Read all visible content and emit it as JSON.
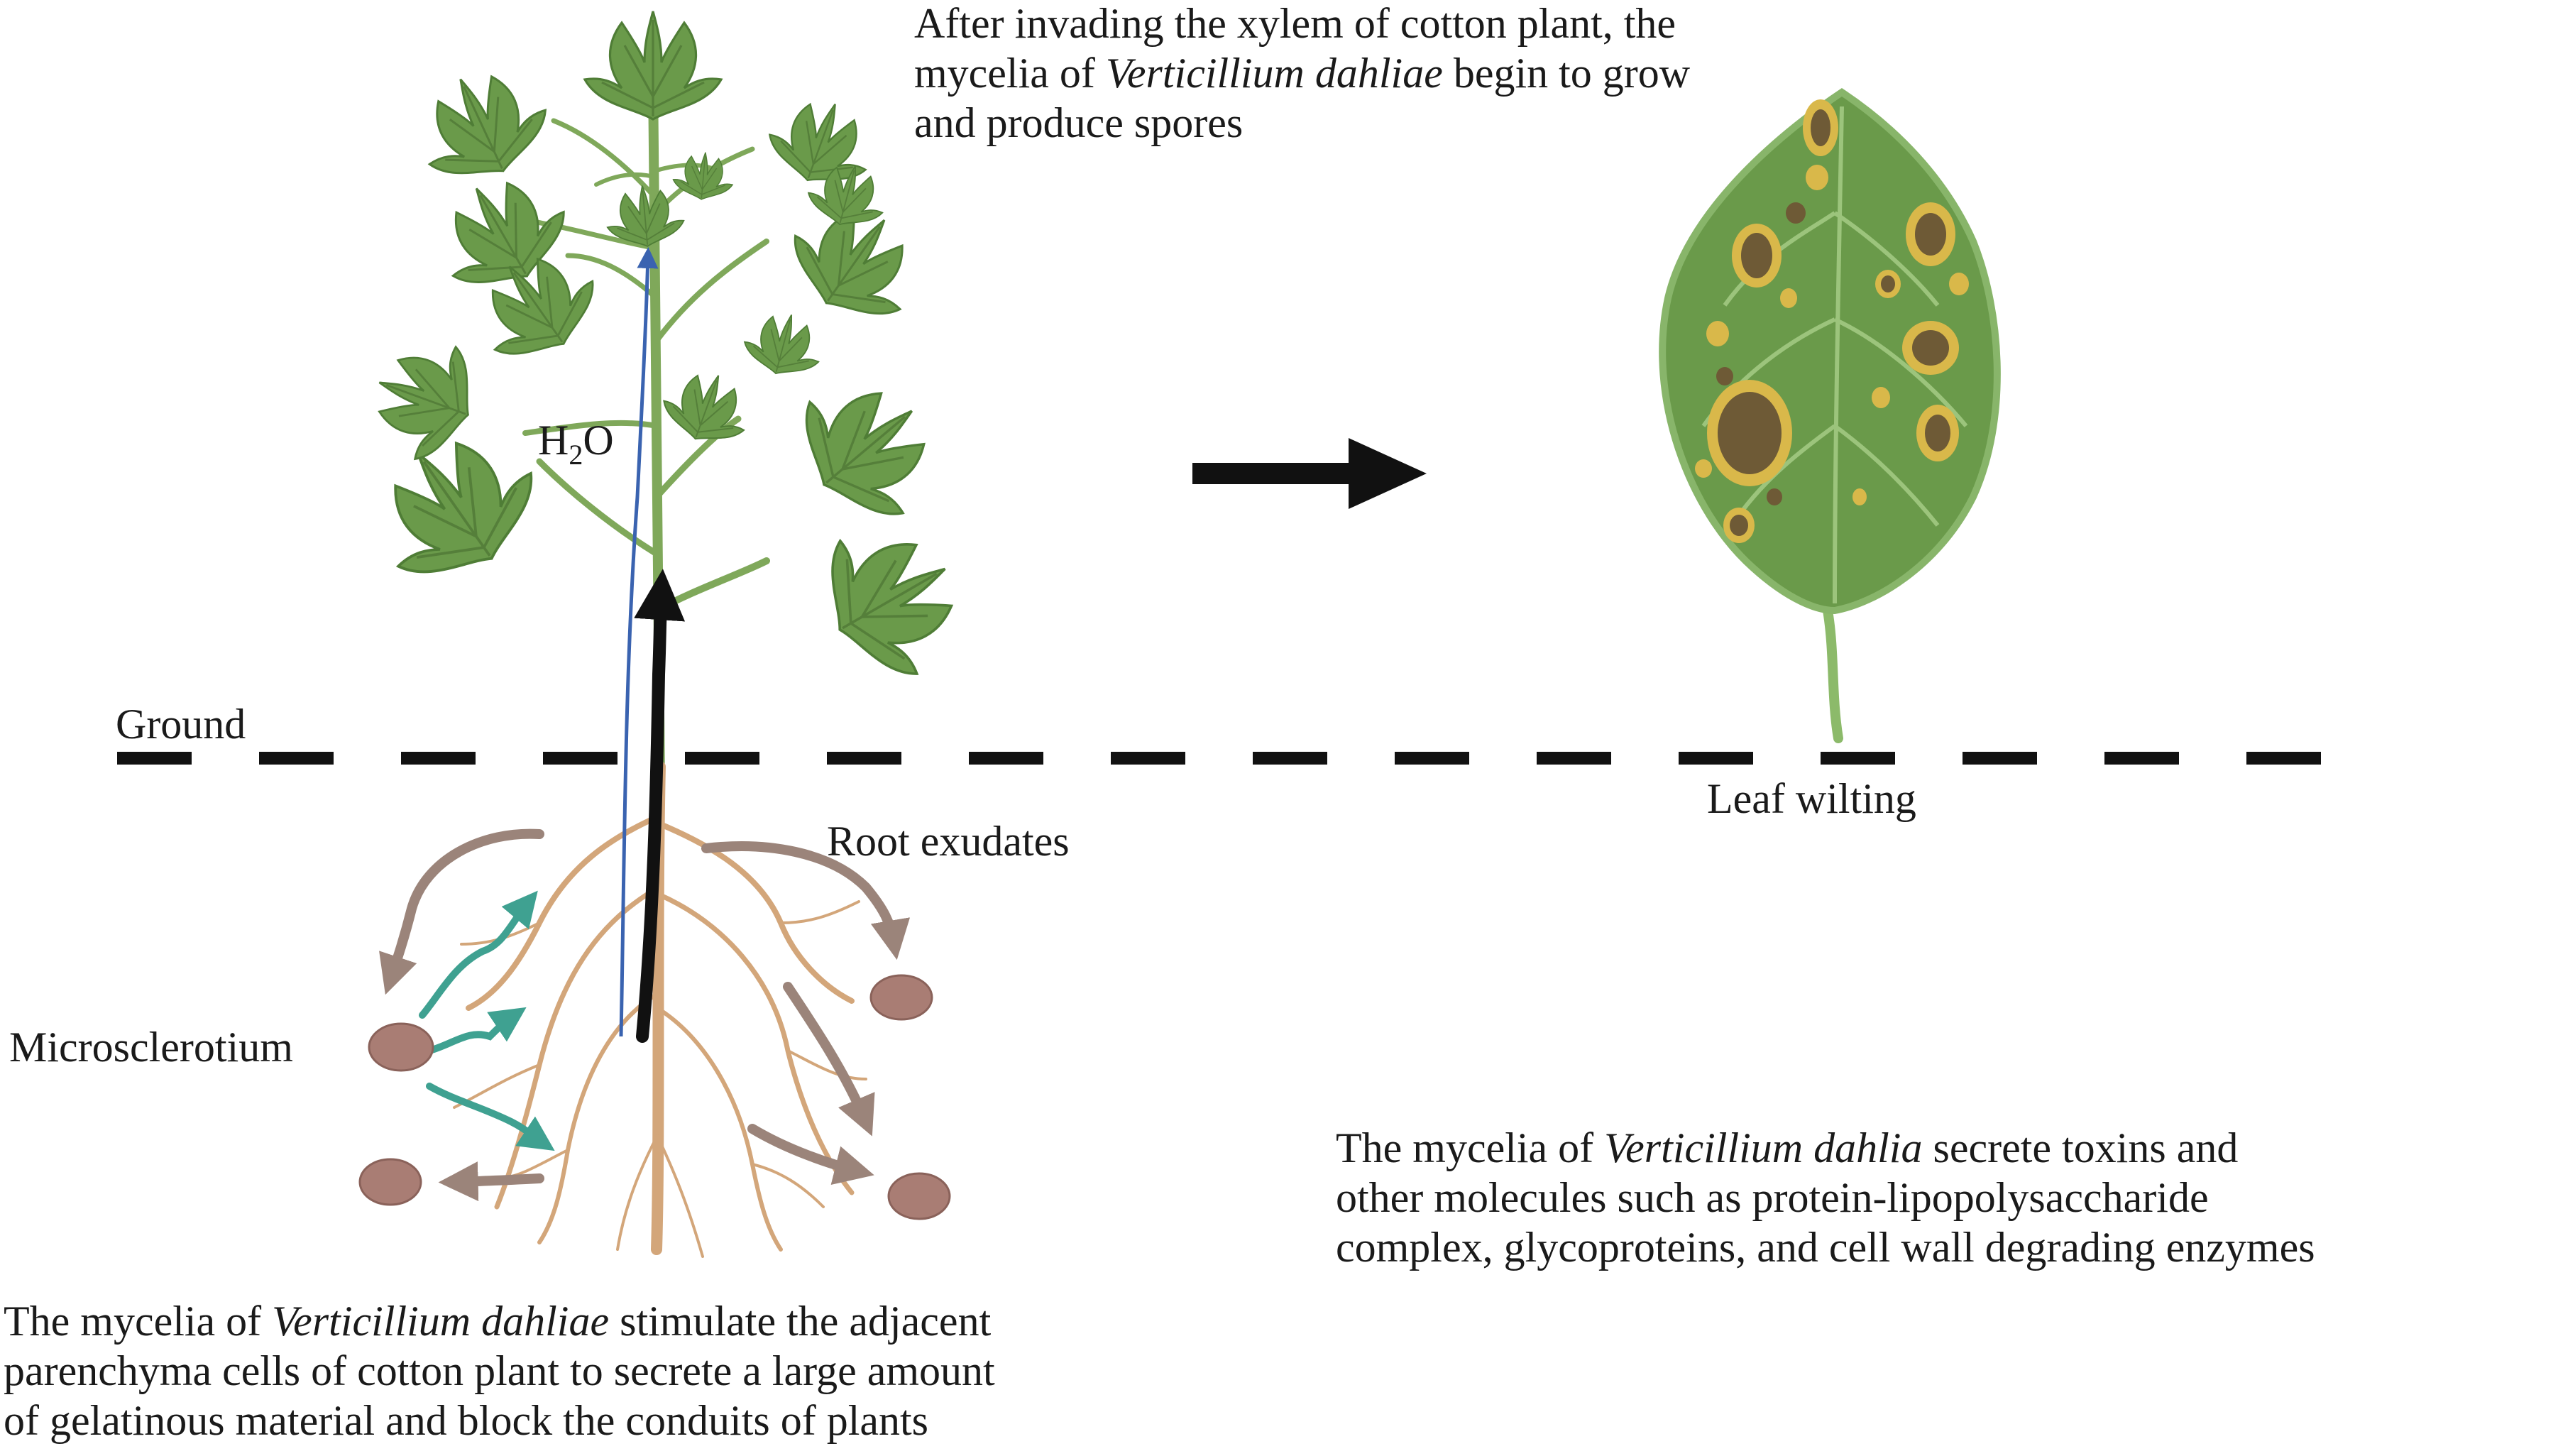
{
  "labels": {
    "top_caption": {
      "l1": "After invading the xylem of cotton plant, the",
      "l2a": "mycelia of ",
      "l2i": "Verticillium dahliae",
      "l2b": " begin to grow",
      "l3": "and produce spores"
    },
    "water": {
      "main": "H",
      "sub": "2",
      "rest": "O"
    },
    "ground": "Ground",
    "leaf_wilting": "Leaf wilting",
    "root_exudates": "Root exudates",
    "microsclerotium": "Microsclerotium",
    "bottom_left_caption": {
      "l1a": "The mycelia of ",
      "l1i": "Verticillium dahliae",
      "l1b": " stimulate the adjacent",
      "l2": "parenchyma cells of cotton plant to secrete a large amount",
      "l3": "of gelatinous material and block the conduits of plants"
    },
    "bottom_right_caption": {
      "l1a": "The mycelia of ",
      "l1i": "Verticillium dahlia",
      "l1b": " secrete toxins and",
      "l2": "other molecules such as protein-lipopolysaccharide",
      "l3": "complex, glycoproteins, and cell wall degrading enzymes"
    }
  },
  "colors": {
    "leaf_green": "#6a9a4a",
    "leaf_dark": "#4f7d36",
    "stem_green": "#7fa85a",
    "root_tan": "#d3a67a",
    "water_blue": "#3a63b0",
    "hypha_teal": "#3fa191",
    "exudate_brown": "#9b847a",
    "sclerotium": "#a97d74",
    "lesion_yellow": "#d9b84a",
    "lesion_brown": "#6e5a36"
  }
}
